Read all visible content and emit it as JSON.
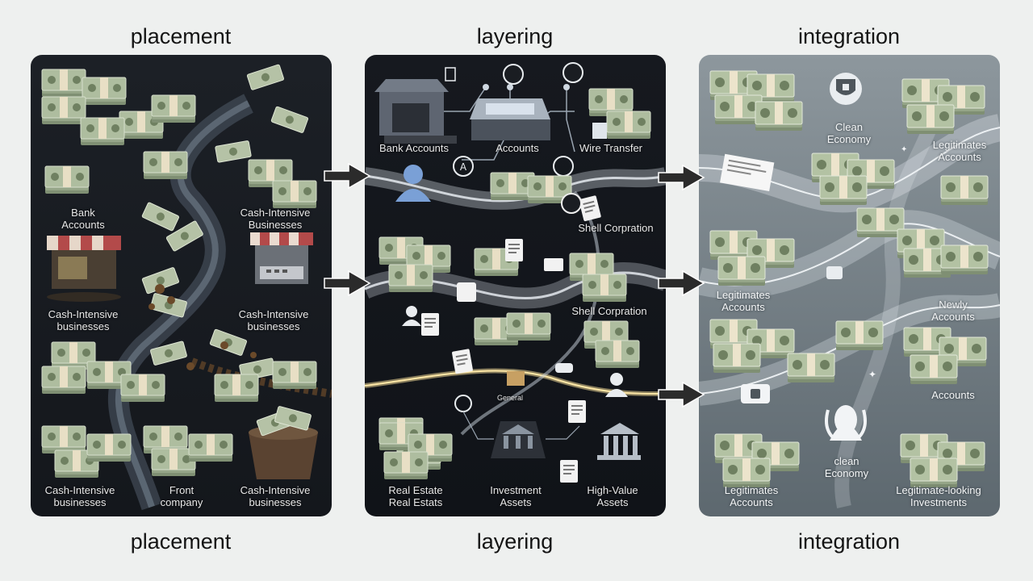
{
  "top_titles": {
    "placement": "placement",
    "layering": "layering",
    "integration": "integration"
  },
  "bottom_titles": {
    "placement": "placement",
    "layering": "layering",
    "integration": "integration"
  },
  "placement": {
    "bank_accounts": [
      "Bank",
      "Accounts"
    ],
    "cash_intensive_top": [
      "Cash-Intensive",
      "Businesses"
    ],
    "cash_intensive_left": [
      "Cash-Intensive",
      "businesses"
    ],
    "cash_intensive_mid": [
      "Cash-Intensive",
      "businesses"
    ],
    "cash_intensive_bottom_left": [
      "Cash-Intensive",
      "businesses"
    ],
    "front_company": [
      "Front",
      "company"
    ],
    "cash_intensive_bottom_right": [
      "Cash-Intensive",
      "businesses"
    ]
  },
  "layering": {
    "bank_accounts": "Bank Accounts",
    "accounts": "Accounts",
    "wire_transfer": "Wire Transfer",
    "shell_corporation_top": "Shell Corpration",
    "shell_corporation_mid": "Shell Corpration",
    "general": "General",
    "real_estate": [
      "Real Estate",
      "Real Estats"
    ],
    "investment_assets": [
      "Investment",
      "Assets"
    ],
    "high_value_assets": [
      "High-Value",
      "Assets"
    ]
  },
  "integration": {
    "clean_economy_top": [
      "Clean",
      "Economy"
    ],
    "legitimates_accounts_top": [
      "Legitimates",
      "Accounts"
    ],
    "legitimates_accounts_mid": [
      "Legitimates",
      "Accounts"
    ],
    "newly_accounts": [
      "Newly",
      "Accounts"
    ],
    "accounts": "Accounts",
    "clean_economy_bottom": [
      "clean",
      "Economy"
    ],
    "legitimates_accounts_bottom": [
      "Legitimates",
      "Accounts"
    ],
    "legitimate_looking_investments": [
      "Legitimate-looking",
      "Investments"
    ]
  },
  "colors": {
    "money_green": "#a9b89a",
    "money_band": "#e8dfc5",
    "flow_light": "#dfe7ef",
    "dirt": "#6b4a2a",
    "arrow": "#2b2b2b"
  }
}
